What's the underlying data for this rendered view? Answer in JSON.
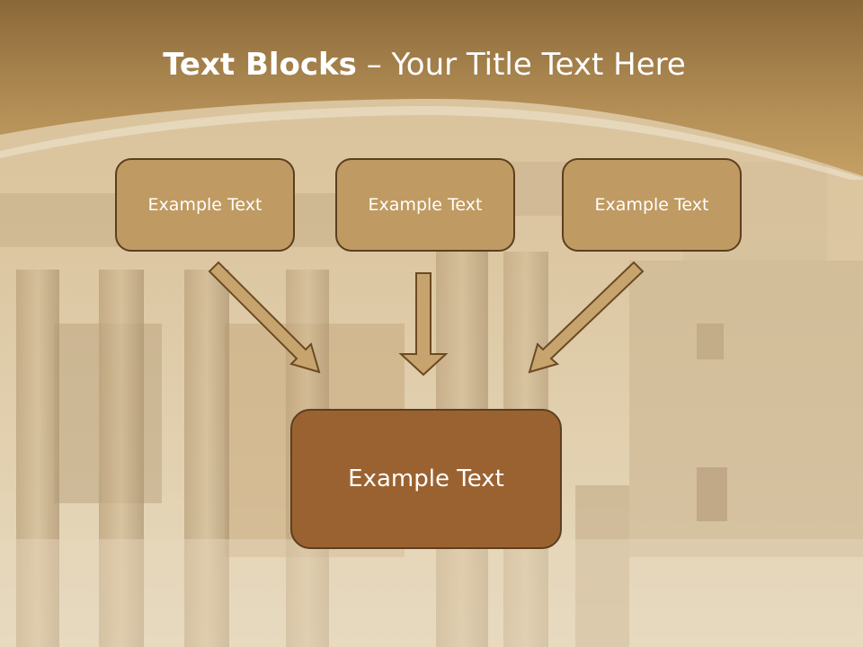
{
  "slide": {
    "title_bold": "Text Blocks",
    "title_separator": " – ",
    "title_rest": "Your Title Text Here"
  },
  "diagram": {
    "top_boxes": [
      {
        "label": "Example Text"
      },
      {
        "label": "Example Text"
      },
      {
        "label": "Example Text"
      }
    ],
    "bottom_box": {
      "label": "Example Text"
    }
  },
  "colors": {
    "header_brown": "#8e6a3a",
    "header_gold": "#c09a5c",
    "box_fill": "#bf9a62",
    "big_box_fill": "#9b6231",
    "outline": "#5b3f1f",
    "arrow_fill": "#c7a46e"
  }
}
